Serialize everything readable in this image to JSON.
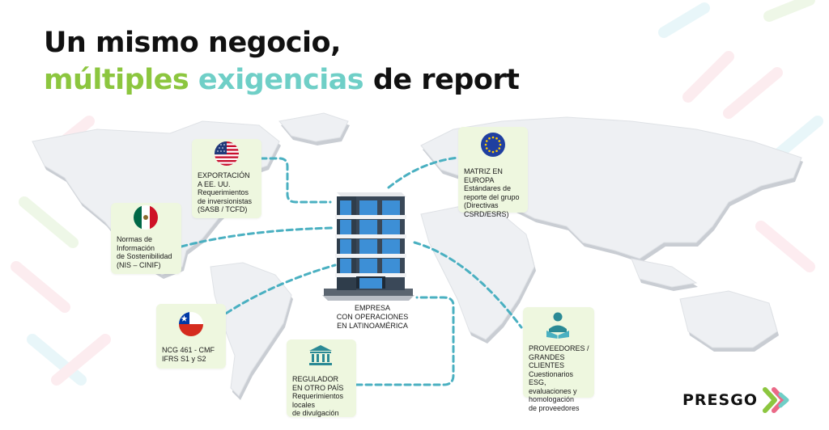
{
  "title": {
    "line1": "Un mismo negocio,",
    "line2_part1": "múltiples",
    "line2_part2": "exigencias",
    "line2_part3": "de report"
  },
  "center": {
    "label_lines": [
      "EMPRESA",
      "CON OPERACIONES",
      "EN LATINOAMÉRICA"
    ]
  },
  "cards": [
    {
      "id": "usa",
      "icon": "usa-flag-icon",
      "lines": [
        "EXPORTACIÓN",
        "A EE. UU.",
        "Requerimientos",
        "de inversionistas",
        "(SASB / TCFD)"
      ]
    },
    {
      "id": "mexico",
      "icon": "mexico-flag-icon",
      "lines": [
        "Normas de",
        "Información",
        "de Sostenibilidad",
        "(NIS – CINIF)"
      ]
    },
    {
      "id": "chile",
      "icon": "chile-flag-icon",
      "lines": [
        "NCG 461 - CMF",
        "IFRS S1 y S2"
      ]
    },
    {
      "id": "regulator",
      "icon": "bank-building-icon",
      "lines": [
        "REGULADOR",
        "EN OTRO PAÍS",
        "Requerimientos",
        "locales",
        "de divulgación"
      ]
    },
    {
      "id": "europe",
      "icon": "eu-flag-icon",
      "lines": [
        "MATRIZ EN EUROPA",
        "Estándares de",
        "reporte del grupo",
        "(Directivas",
        "CSRD/ESRS)"
      ]
    },
    {
      "id": "suppliers",
      "icon": "suppliers-reading-icon",
      "lines": [
        "PROVEEDORES /",
        "GRANDES CLIENTES",
        "Cuestionarios ESG,",
        "evaluaciones y",
        "homologación",
        "de proveedores"
      ]
    }
  ],
  "brand": {
    "name": "PRESGO",
    "colors": {
      "green": "#8cc63f",
      "teal": "#6fcfc7",
      "dashed_line": "#4ab0c1",
      "dark_teal": "#2b8a95",
      "pink": "#e8597a",
      "card_bg": "#eef7df"
    }
  }
}
